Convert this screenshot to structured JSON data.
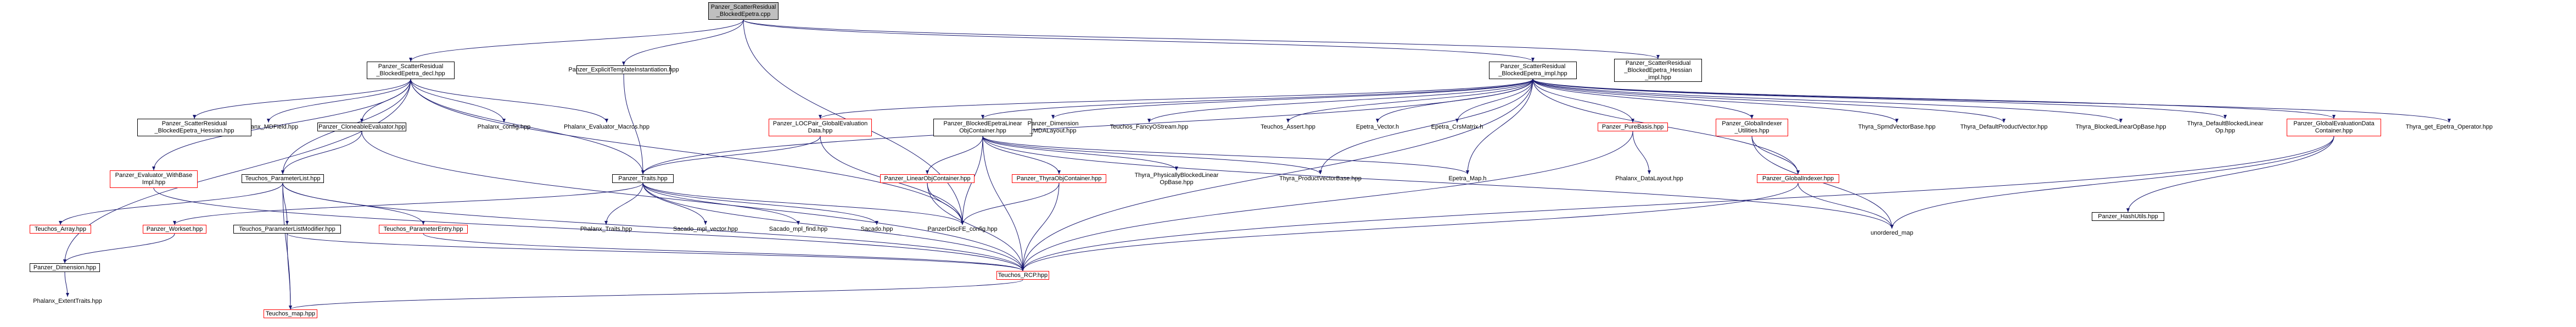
{
  "nodes": [
    {
      "id": "root",
      "lines": [
        "Panzer_ScatterResidual",
        "_BlockedEpetra.cpp"
      ],
      "style": "root"
    },
    {
      "id": "decl",
      "lines": [
        "Panzer_ScatterResidual",
        "_BlockedEpetra_decl.hpp"
      ],
      "style": "black"
    },
    {
      "id": "eti",
      "lines": [
        "Panzer_ExplicitTemplateInstantiation.hpp"
      ],
      "style": "black"
    },
    {
      "id": "impl",
      "lines": [
        "Panzer_ScatterResidual",
        "_BlockedEpetra_impl.hpp"
      ],
      "style": "black"
    },
    {
      "id": "hess",
      "lines": [
        "Panzer_ScatterResidual",
        "_BlockedEpetra_Hessian",
        "_impl.hpp"
      ],
      "style": "black"
    },
    {
      "id": "mdfield",
      "lines": [
        "Phalanx_MDField.hpp"
      ],
      "style": "plain"
    },
    {
      "id": "decl_hess",
      "lines": [
        "Panzer_ScatterResidual",
        "_BlockedEpetra_Hessian.hpp"
      ],
      "style": "black"
    },
    {
      "id": "cloneable",
      "lines": [
        "Panzer_CloneableEvaluator.hpp"
      ],
      "style": "black"
    },
    {
      "id": "phx_config",
      "lines": [
        "Phalanx_config.hpp"
      ],
      "style": "plain"
    },
    {
      "id": "phx_macros",
      "lines": [
        "Phalanx_Evaluator_Macros.hpp"
      ],
      "style": "plain"
    },
    {
      "id": "locpair",
      "lines": [
        "Panzer_LOCPair_GlobalEvaluation",
        "Data.hpp"
      ],
      "style": "red"
    },
    {
      "id": "blockedlinear",
      "lines": [
        "Panzer_BlockedEpetraLinear",
        "ObjContainer.hpp"
      ],
      "style": "black"
    },
    {
      "id": "mdalayout",
      "lines": [
        "Panzer_Dimension",
        "_MDALayout.hpp"
      ],
      "style": "plain"
    },
    {
      "id": "fancy",
      "lines": [
        "Teuchos_FancyOStream.hpp"
      ],
      "style": "plain"
    },
    {
      "id": "assert",
      "lines": [
        "Teuchos_Assert.hpp"
      ],
      "style": "plain"
    },
    {
      "id": "ep_vector",
      "lines": [
        "Epetra_Vector.h"
      ],
      "style": "plain"
    },
    {
      "id": "ep_crs",
      "lines": [
        "Epetra_CrsMatrix.h"
      ],
      "style": "plain"
    },
    {
      "id": "purebasis",
      "lines": [
        "Panzer_PureBasis.hpp"
      ],
      "style": "red"
    },
    {
      "id": "gidx_util",
      "lines": [
        "Panzer_GlobalIndexer",
        "_Utilities.hpp"
      ],
      "style": "red"
    },
    {
      "id": "spmd",
      "lines": [
        "Thyra_SpmdVectorBase.hpp"
      ],
      "style": "plain"
    },
    {
      "id": "defprod",
      "lines": [
        "Thyra_DefaultProductVector.hpp"
      ],
      "style": "plain"
    },
    {
      "id": "blockedlinop",
      "lines": [
        "Thyra_BlockedLinearOpBase.hpp"
      ],
      "style": "plain"
    },
    {
      "id": "defblocked",
      "lines": [
        "Thyra_DefaultBlockedLinear",
        "Op.hpp"
      ],
      "style": "plain"
    },
    {
      "id": "gedc",
      "lines": [
        "Panzer_GlobalEvaluationData",
        "Container.hpp"
      ],
      "style": "red"
    },
    {
      "id": "getop",
      "lines": [
        "Thyra_get_Epetra_Operator.hpp"
      ],
      "style": "plain"
    },
    {
      "id": "eval_withbase",
      "lines": [
        "Panzer_Evaluator_WithBase",
        "Impl.hpp"
      ],
      "style": "red"
    },
    {
      "id": "paramlist",
      "lines": [
        "Teuchos_ParameterList.hpp"
      ],
      "style": "black"
    },
    {
      "id": "ptraits",
      "lines": [
        "Panzer_Traits.hpp"
      ],
      "style": "black"
    },
    {
      "id": "linobj",
      "lines": [
        "Panzer_LinearObjContainer.hpp"
      ],
      "style": "red"
    },
    {
      "id": "thyraobj",
      "lines": [
        "Panzer_ThyraObjContainer.hpp"
      ],
      "style": "red"
    },
    {
      "id": "physblocked",
      "lines": [
        "Thyra_PhysicallyBlockedLinear",
        "OpBase.hpp"
      ],
      "style": "plain"
    },
    {
      "id": "prodvecbase",
      "lines": [
        "Thyra_ProductVectorBase.hpp"
      ],
      "style": "plain"
    },
    {
      "id": "ep_map",
      "lines": [
        "Epetra_Map.h"
      ],
      "style": "plain"
    },
    {
      "id": "dlayout",
      "lines": [
        "Phalanx_DataLayout.hpp"
      ],
      "style": "plain"
    },
    {
      "id": "gidx",
      "lines": [
        "Panzer_GlobalIndexer.hpp"
      ],
      "style": "red"
    },
    {
      "id": "hashutils",
      "lines": [
        "Panzer_HashUtils.hpp"
      ],
      "style": "black"
    },
    {
      "id": "umap",
      "lines": [
        "unordered_map"
      ],
      "style": "plain"
    },
    {
      "id": "tarray",
      "lines": [
        "Teuchos_Array.hpp"
      ],
      "style": "red"
    },
    {
      "id": "workset",
      "lines": [
        "Panzer_Workset.hpp"
      ],
      "style": "red"
    },
    {
      "id": "plmod",
      "lines": [
        "Teuchos_ParameterListModifier.hpp"
      ],
      "style": "black"
    },
    {
      "id": "pentry",
      "lines": [
        "Teuchos_ParameterEntry.hpp"
      ],
      "style": "red"
    },
    {
      "id": "phx_traits",
      "lines": [
        "Phalanx_Traits.hpp"
      ],
      "style": "plain"
    },
    {
      "id": "sac_vec",
      "lines": [
        "Sacado_mpl_vector.hpp"
      ],
      "style": "plain"
    },
    {
      "id": "sac_find",
      "lines": [
        "Sacado_mpl_find.hpp"
      ],
      "style": "plain"
    },
    {
      "id": "sacado",
      "lines": [
        "Sacado.hpp"
      ],
      "style": "plain"
    },
    {
      "id": "pconfig",
      "lines": [
        "PanzerDiscFE_config.hpp"
      ],
      "style": "plain"
    },
    {
      "id": "rcp",
      "lines": [
        "Teuchos_RCP.hpp"
      ],
      "style": "red"
    },
    {
      "id": "dim",
      "lines": [
        "Panzer_Dimension.hpp"
      ],
      "style": "black"
    },
    {
      "id": "tmap",
      "lines": [
        "Teuchos_map.hpp"
      ],
      "style": "red"
    },
    {
      "id": "exttraits",
      "lines": [
        "Phalanx_ExtentTraits.hpp"
      ],
      "style": "plain"
    }
  ],
  "edges": [
    [
      "root",
      "decl"
    ],
    [
      "root",
      "eti"
    ],
    [
      "root",
      "impl"
    ],
    [
      "root",
      "hess"
    ],
    [
      "root",
      "pconfig"
    ],
    [
      "decl",
      "mdfield"
    ],
    [
      "decl",
      "decl_hess"
    ],
    [
      "decl",
      "cloneable"
    ],
    [
      "decl",
      "phx_config"
    ],
    [
      "decl",
      "phx_macros"
    ],
    [
      "decl",
      "eval_withbase"
    ],
    [
      "decl",
      "paramlist"
    ],
    [
      "decl",
      "ptraits"
    ],
    [
      "decl",
      "dim"
    ],
    [
      "decl",
      "pconfig"
    ],
    [
      "eti",
      "ptraits"
    ],
    [
      "impl",
      "locpair"
    ],
    [
      "impl",
      "blockedlinear"
    ],
    [
      "impl",
      "mdalayout"
    ],
    [
      "impl",
      "fancy"
    ],
    [
      "impl",
      "assert"
    ],
    [
      "impl",
      "ep_vector"
    ],
    [
      "impl",
      "ep_crs"
    ],
    [
      "impl",
      "purebasis"
    ],
    [
      "impl",
      "gidx_util"
    ],
    [
      "impl",
      "spmd"
    ],
    [
      "impl",
      "defprod"
    ],
    [
      "impl",
      "blockedlinop"
    ],
    [
      "impl",
      "defblocked"
    ],
    [
      "impl",
      "gedc"
    ],
    [
      "impl",
      "getop"
    ],
    [
      "impl",
      "prodvecbase"
    ],
    [
      "impl",
      "ep_map"
    ],
    [
      "impl",
      "gidx"
    ],
    [
      "impl",
      "rcp"
    ],
    [
      "impl",
      "ptraits"
    ],
    [
      "cloneable",
      "paramlist"
    ],
    [
      "cloneable",
      "rcp"
    ],
    [
      "eval_withbase",
      "rcp"
    ],
    [
      "paramlist",
      "tarray"
    ],
    [
      "paramlist",
      "plmod"
    ],
    [
      "paramlist",
      "pentry"
    ],
    [
      "paramlist",
      "tmap"
    ],
    [
      "paramlist",
      "rcp"
    ],
    [
      "locpair",
      "ptraits"
    ],
    [
      "locpair",
      "pconfig"
    ],
    [
      "blockedlinear",
      "linobj"
    ],
    [
      "blockedlinear",
      "thyraobj"
    ],
    [
      "blockedlinear",
      "physblocked"
    ],
    [
      "blockedlinear",
      "prodvecbase"
    ],
    [
      "blockedlinear",
      "ep_map"
    ],
    [
      "blockedlinear",
      "umap"
    ],
    [
      "blockedlinear",
      "pconfig"
    ],
    [
      "blockedlinear",
      "rcp"
    ],
    [
      "ptraits",
      "workset"
    ],
    [
      "ptraits",
      "phx_traits"
    ],
    [
      "ptraits",
      "sac_vec"
    ],
    [
      "ptraits",
      "sac_find"
    ],
    [
      "ptraits",
      "sacado"
    ],
    [
      "ptraits",
      "pconfig"
    ],
    [
      "ptraits",
      "rcp"
    ],
    [
      "linobj",
      "pconfig"
    ],
    [
      "linobj",
      "rcp"
    ],
    [
      "thyraobj",
      "pconfig"
    ],
    [
      "thyraobj",
      "rcp"
    ],
    [
      "purebasis",
      "dlayout"
    ],
    [
      "purebasis",
      "rcp"
    ],
    [
      "gidx_util",
      "gidx"
    ],
    [
      "gidx_util",
      "umap"
    ],
    [
      "gidx",
      "umap"
    ],
    [
      "gidx",
      "rcp"
    ],
    [
      "gedc",
      "hashutils"
    ],
    [
      "gedc",
      "umap"
    ],
    [
      "gedc",
      "rcp"
    ],
    [
      "workset",
      "dim"
    ],
    [
      "dim",
      "exttraits"
    ],
    [
      "plmod",
      "tmap"
    ],
    [
      "plmod",
      "rcp"
    ],
    [
      "pentry",
      "rcp"
    ],
    [
      "rcp",
      "tmap"
    ]
  ]
}
